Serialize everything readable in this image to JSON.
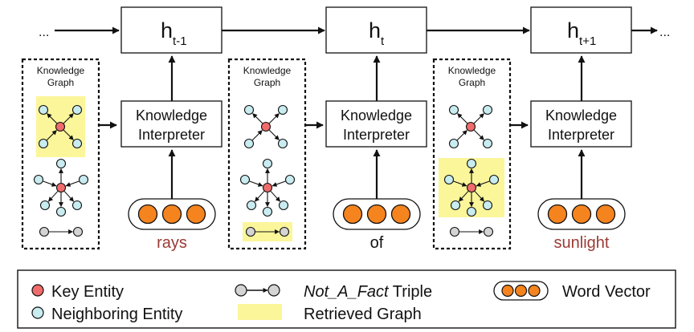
{
  "hidden_states": [
    {
      "base": "h",
      "sub": "t-1"
    },
    {
      "base": "h",
      "sub": "t"
    },
    {
      "base": "h",
      "sub": "t+1"
    }
  ],
  "ellipsis": "...",
  "knowledge_graph_label": {
    "line1": "Knowledge",
    "line2": "Graph"
  },
  "interpreter_label": {
    "line1": "Knowledge",
    "line2": "Interpreter"
  },
  "words": [
    {
      "text": "rays",
      "color": "#9b3a34"
    },
    {
      "text": "of",
      "color": "#111111"
    },
    {
      "text": "sunlight",
      "color": "#9b3a34"
    }
  ],
  "legend": {
    "key_entity": "Key Entity",
    "neighboring_entity": "Neighboring Entity",
    "not_a_fact_triple": "Not_A_Fact",
    "not_a_fact_suffix": " Triple",
    "retrieved_graph": "Retrieved Graph",
    "word_vector": "Word Vector"
  },
  "colors": {
    "key_entity": "#f06b6b",
    "neighbor_entity": "#c8ecf0",
    "not_a_fact_node": "#d4d4d4",
    "retrieved_highlight": "#fbf69a",
    "word_vector_dot": "#f5841f",
    "stroke": "#111111"
  }
}
